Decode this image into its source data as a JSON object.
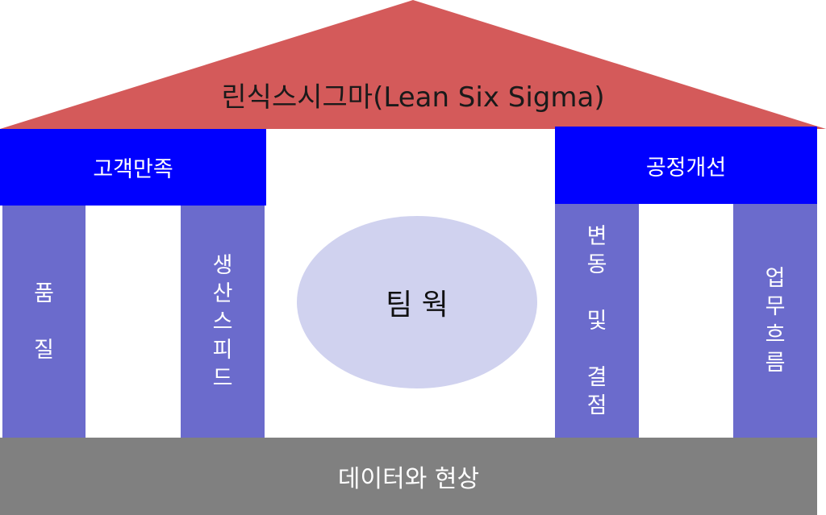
{
  "roof": {
    "title": "린식스시그마(Lean Six Sigma)",
    "color": "#d45a5a"
  },
  "beams": {
    "left": {
      "label": "고객만족",
      "color": "#0000ff"
    },
    "right": {
      "label": "공정개선",
      "color": "#0000ff"
    }
  },
  "pillars": [
    {
      "label": "품질",
      "lines": [
        "품",
        "",
        "질"
      ]
    },
    {
      "label": "생산스피드",
      "lines": [
        "생",
        "산",
        "스",
        "피",
        "드"
      ]
    },
    {
      "label": "변동 및 결점",
      "lines": [
        "변",
        "동",
        "",
        "및",
        "",
        "결",
        "점"
      ]
    },
    {
      "label": "업무흐름",
      "lines": [
        "업",
        "무",
        "흐",
        "름"
      ]
    }
  ],
  "pillar_color": "#6b6bcc",
  "center": {
    "label": "팀 웍",
    "color": "#d0d2ef"
  },
  "base": {
    "label": "데이터와 현상",
    "color": "#808080"
  }
}
